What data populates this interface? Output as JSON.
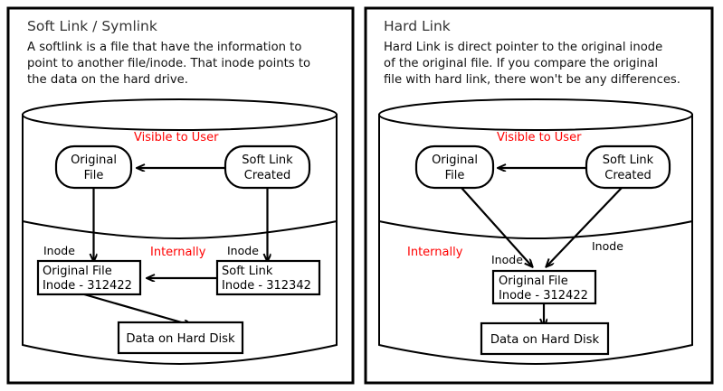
{
  "panels": [
    {
      "id": "soft-link",
      "title": "Soft Link / Symlink",
      "description_lines": [
        "A softlink is a file that have the information to",
        "point to another file/inode. That inode points to",
        "the data on the hard drive."
      ],
      "region_labels": {
        "visible": "Visible to User",
        "internal": "Internally"
      },
      "nodes": {
        "original_file": [
          "Original",
          "File"
        ],
        "link_created": [
          "Soft Link",
          "Created"
        ]
      },
      "edge_labels": {
        "inode_left": "Inode",
        "inode_right": "Inode"
      },
      "inode_boxes": [
        {
          "line1": "Original File",
          "line2": "Inode - 312422"
        },
        {
          "line1": "Soft Link",
          "line2": "Inode - 312342"
        }
      ],
      "data_box": "Data on Hard Disk"
    },
    {
      "id": "hard-link",
      "title": "Hard Link",
      "description_lines": [
        "Hard Link is direct pointer to the original inode",
        "of the original file. If you compare the original",
        "file with hard link, there won't be any differences."
      ],
      "region_labels": {
        "visible": "Visible to User",
        "internal": "Internally"
      },
      "nodes": {
        "original_file": [
          "Original",
          "File"
        ],
        "link_created": [
          "Soft Link",
          "Created"
        ]
      },
      "edge_labels": {
        "inode_left": "Inode",
        "inode_right": "Inode"
      },
      "inode_boxes": [
        {
          "line1": "Original File",
          "line2": "Inode - 312422"
        }
      ],
      "data_box": "Data on Hard Disk"
    }
  ],
  "colors": {
    "accent_red": "#ff0000",
    "stroke": "#000000",
    "background": "#ffffff",
    "title_gray": "#333333"
  }
}
